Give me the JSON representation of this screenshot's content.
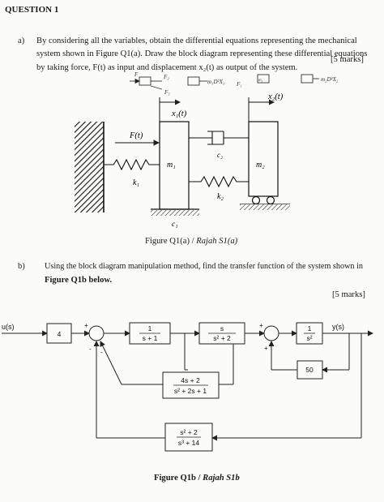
{
  "question": {
    "title": "QUESTION 1"
  },
  "part_a": {
    "label": "a)",
    "line1": "By considering all the variables, obtain the differential equations representing the mechanical",
    "line2": "system shown in Figure Q1(a). Draw the block diagram representing these differential equations",
    "line3": "by taking force, F(t) as input and displacement x₂(t) as output of the system.",
    "marks": "[5 marks]",
    "figure": {
      "x1_label": "x₁(t)",
      "x2_label": "x₂(t)",
      "force_label": "F(t)",
      "m1_label": "m₁",
      "m2_label": "m₂",
      "k1_label": "k₁",
      "k2_label": "k₂",
      "c1_label": "c₁",
      "c2_label": "c₂"
    },
    "caption_main": "Figure Q1(a) / ",
    "caption_alt": "Rajah S1(a)"
  },
  "part_b": {
    "label": "b)",
    "line1": "Using the block diagram manipulation method, find the transfer function of the system shown in",
    "line2": "Figure Q1b below.",
    "marks": "[5 marks]",
    "diagram": {
      "input_label": "u(s)",
      "output_label": "y(s)",
      "gain_block": "4",
      "g1_num": "1",
      "g1_den": "s + 1",
      "g2_num": "s",
      "g2_den": "s² + 2",
      "g3_num": "1",
      "g3_den": "s²",
      "h50": "50",
      "h1_num": "4s + 2",
      "h1_den": "s² + 2s + 1",
      "h2_num": "s² + 2",
      "h2_den": "s³ + 14",
      "sign_plus": "+",
      "sign_minus": "-"
    },
    "caption_main": "Figure Q1b / ",
    "caption_alt": "Rajah S1b"
  },
  "handwritten_notes": [
    "F",
    "F₂",
    "F₃",
    "m₁D²X₁",
    "F₁",
    "m₂",
    "m₂D²X₂"
  ]
}
